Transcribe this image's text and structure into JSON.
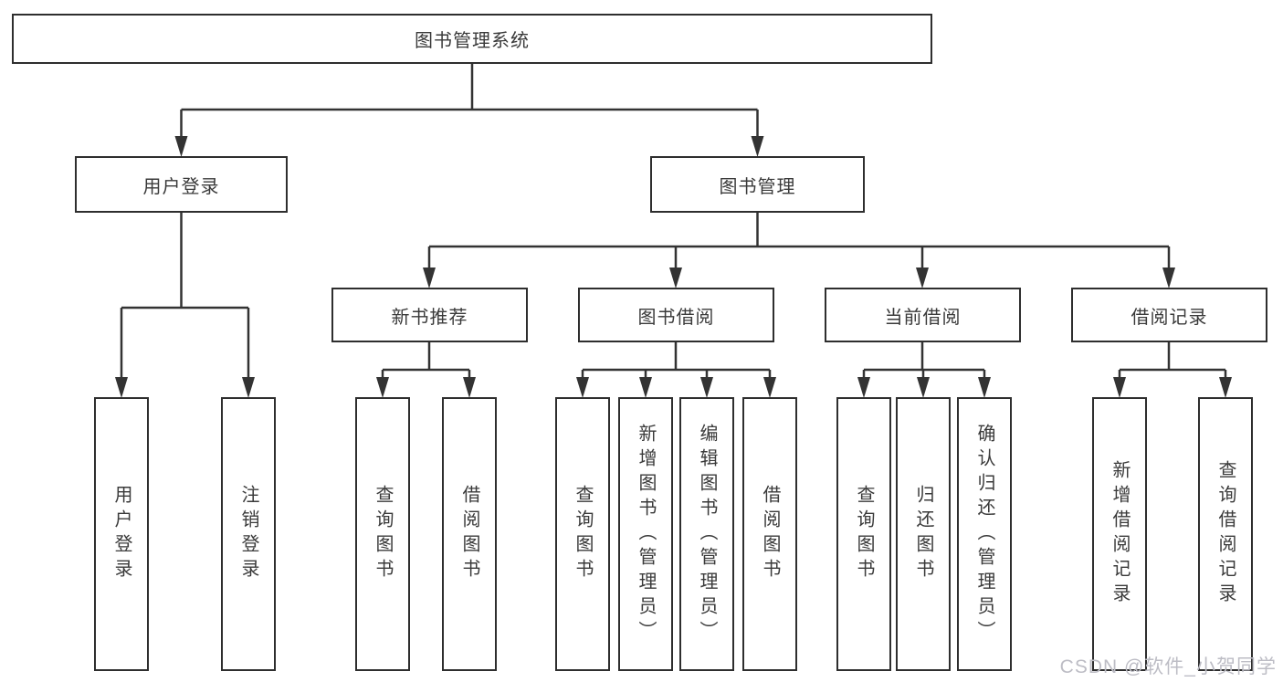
{
  "tree": {
    "root": "图书管理系统",
    "user": {
      "label": "用户登录",
      "children": [
        "用户登录",
        "注销登录"
      ]
    },
    "mgmt": {
      "label": "图书管理",
      "sections": [
        {
          "label": "新书推荐",
          "children": [
            "查询图书",
            "借阅图书"
          ]
        },
        {
          "label": "图书借阅",
          "children": [
            "查询图书",
            "新增图书（管理员）",
            "编辑图书（管理员）",
            "借阅图书"
          ]
        },
        {
          "label": "当前借阅",
          "children": [
            "查询图书",
            "归还图书",
            "确认归还（管理员）"
          ]
        },
        {
          "label": "借阅记录",
          "children": [
            "新增借阅记录",
            "查询借阅记录"
          ]
        }
      ]
    }
  },
  "colors": {
    "line": "#333333",
    "border": "#2e2e2e",
    "text": "#3a3a3a",
    "watermark_text": "#bdbdc5"
  },
  "watermark": "CSDN @软件_小贺同学"
}
